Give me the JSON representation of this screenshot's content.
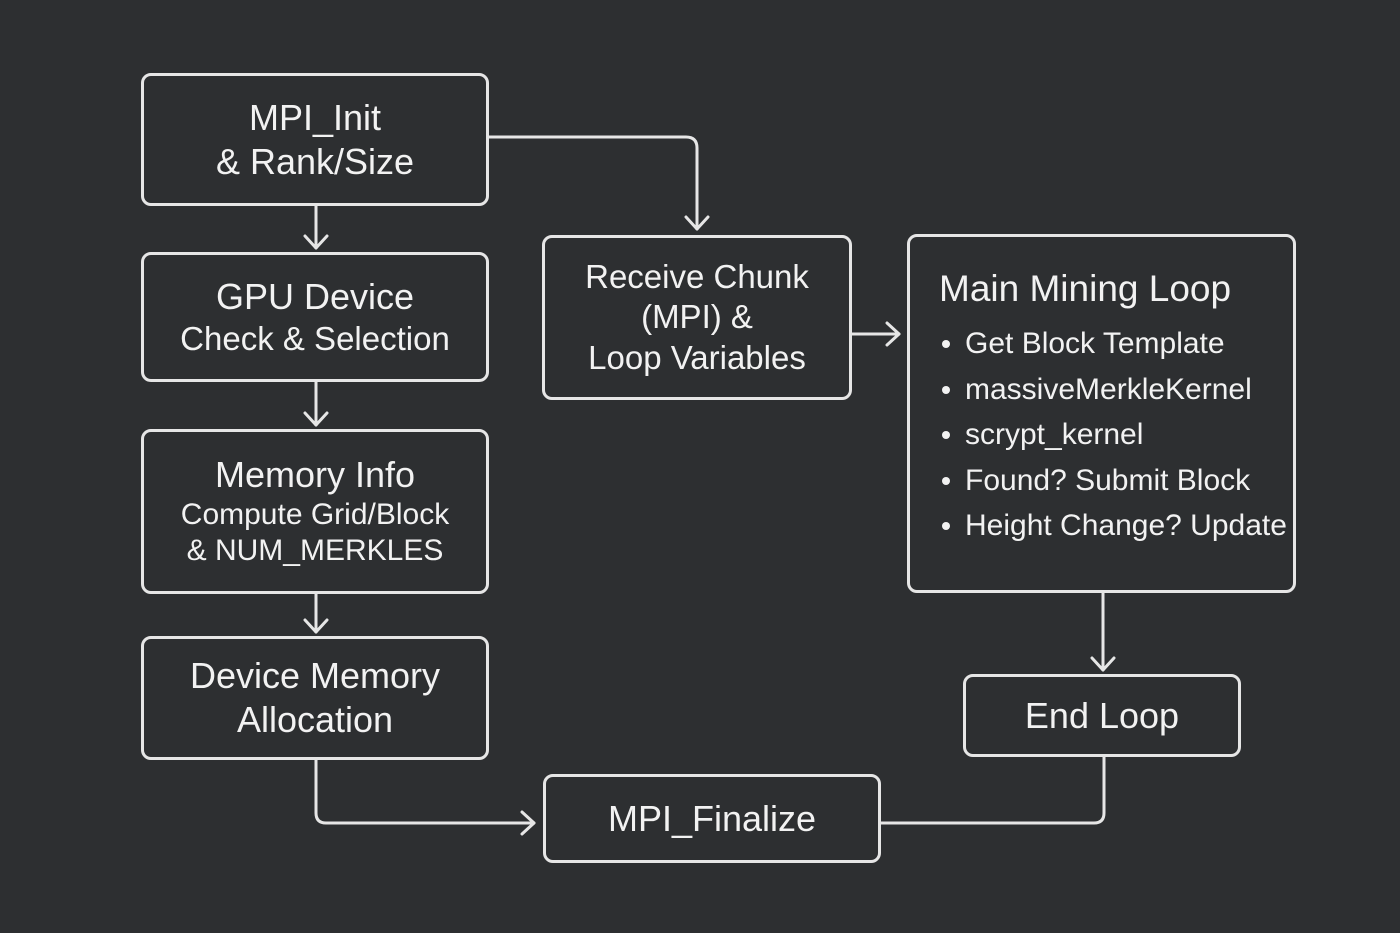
{
  "diagram": {
    "nodes": {
      "init": {
        "lines": [
          "MPI_Init",
          "& Rank/Size"
        ]
      },
      "gpu": {
        "lines": [
          "GPU Device",
          "Check & Selection"
        ]
      },
      "memory": {
        "lines": [
          "Memory Info",
          "Compute Grid/Block",
          "& NUM_MERKLES"
        ]
      },
      "alloc": {
        "lines": [
          "Device Memory",
          "Allocation"
        ]
      },
      "receive": {
        "lines": [
          "Receive Chunk",
          "(MPI) &",
          "Loop Variables"
        ]
      },
      "main": {
        "heading": "Main Mining Loop",
        "bullets": [
          "Get Block Template",
          "massiveMerkleKernel",
          "scrypt_kernel",
          "Found? Submit Block",
          "Height Change? Update"
        ]
      },
      "endloop": {
        "lines": [
          "End Loop"
        ]
      },
      "finalize": {
        "lines": [
          "MPI_Finalize"
        ]
      }
    },
    "edges": [
      {
        "from": "MPI_Init",
        "to": "GPU Device Check & Selection"
      },
      {
        "from": "MPI_Init",
        "to": "Receive Chunk"
      },
      {
        "from": "GPU Device Check & Selection",
        "to": "Memory Info"
      },
      {
        "from": "Memory Info",
        "to": "Device Memory Allocation"
      },
      {
        "from": "Receive Chunk",
        "to": "Main Mining Loop"
      },
      {
        "from": "Main Mining Loop",
        "to": "End Loop"
      },
      {
        "from": "Device Memory Allocation",
        "to": "MPI_Finalize"
      },
      {
        "from": "End Loop",
        "to": "MPI_Finalize"
      }
    ]
  },
  "colors": {
    "background": "#2d2f31",
    "stroke": "#e6e6e6",
    "text": "#f2f2f2"
  }
}
